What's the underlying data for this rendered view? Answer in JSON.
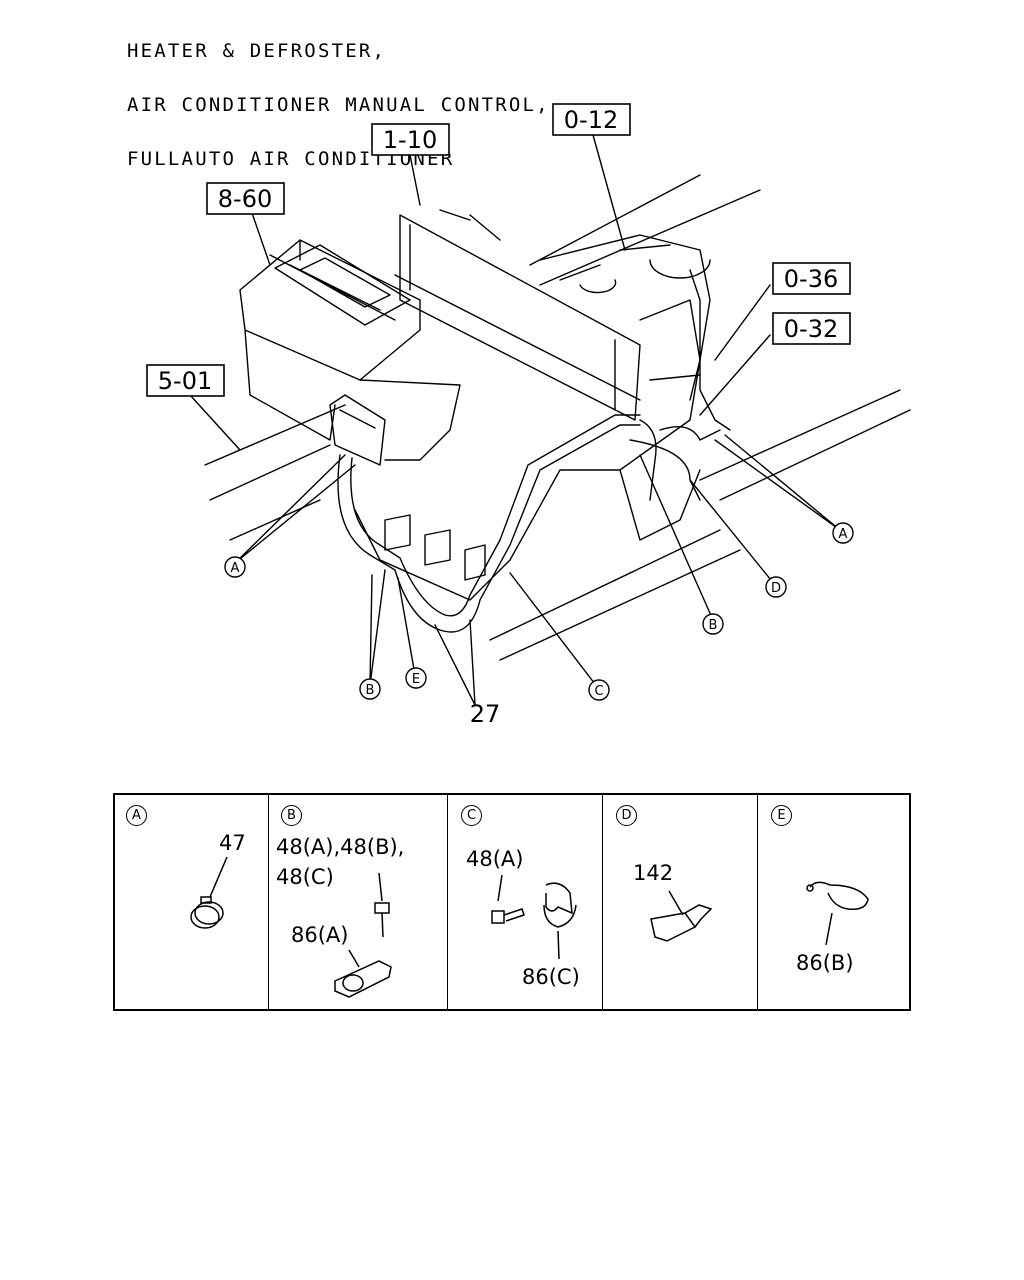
{
  "title": {
    "line1": "HEATER & DEFROSTER,",
    "line2": "AIR CONDITIONER MANUAL CONTROL,",
    "line3": "FULLAUTO AIR CONDITIONER"
  },
  "callouts": {
    "ref_1_10": "1-10",
    "ref_0_12": "0-12",
    "ref_8_60": "8-60",
    "ref_0_36": "0-36",
    "ref_0_32": "0-32",
    "ref_5_01": "5-01",
    "part_27": "27"
  },
  "letters": {
    "a": "A",
    "b": "B",
    "c": "C",
    "d": "D",
    "e": "E"
  },
  "legend": [
    {
      "letter": "A",
      "parts": [
        "47"
      ]
    },
    {
      "letter": "B",
      "parts": [
        "48(A),48(B),",
        "48(C)",
        "86(A)"
      ]
    },
    {
      "letter": "C",
      "parts": [
        "48(A)",
        "86(C)"
      ]
    },
    {
      "letter": "D",
      "parts": [
        "142"
      ]
    },
    {
      "letter": "E",
      "parts": [
        "86(B)"
      ]
    }
  ]
}
